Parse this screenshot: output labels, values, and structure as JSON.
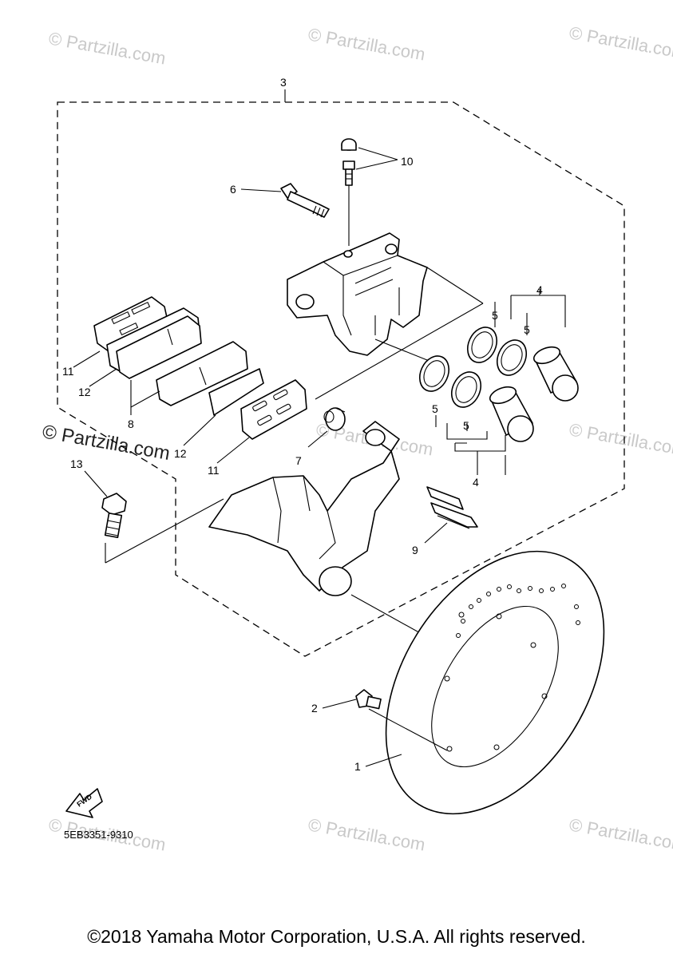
{
  "watermark": {
    "text": "© Partzilla.com"
  },
  "callouts": {
    "c1": "1",
    "c2": "2",
    "c3": "3",
    "c4a": "4",
    "c4b": "4",
    "c5a": "5",
    "c5b": "5",
    "c5c": "5",
    "c5d": "5",
    "c6": "6",
    "c7": "7",
    "c8": "8",
    "c9": "9",
    "c10": "10",
    "c11a": "11",
    "c11b": "11",
    "c12a": "12",
    "c12b": "12",
    "c13": "13"
  },
  "fwd_label": "FWD",
  "diagram_ref": "5EB3351-9310",
  "copyright": "©2018 Yamaha Motor Corporation, U.S.A. All rights reserved."
}
